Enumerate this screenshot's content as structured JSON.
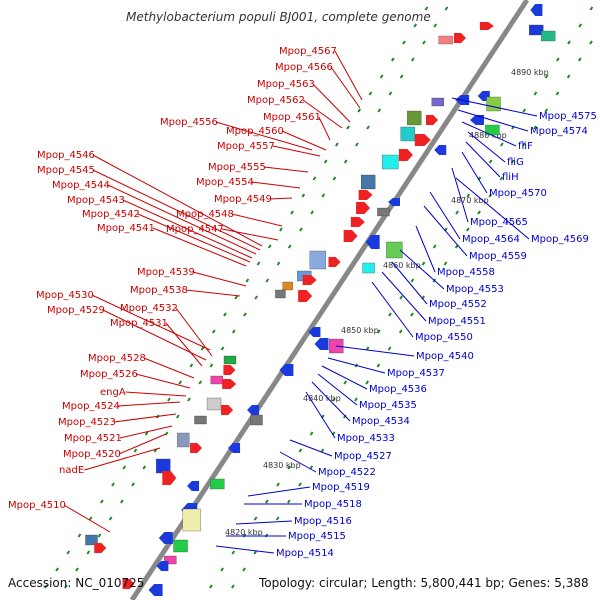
{
  "title": "Methylobacterium populi BJ001, complete genome",
  "footer": {
    "accession": "Accession: NC_010725",
    "topology": "Topology: circular; Length: 5,800,441 bp; Genes: 5,388"
  },
  "colors": {
    "left_labels": "#cc0000",
    "right_labels": "#0000cc",
    "axis": "#888888",
    "tick": "#1a8a1a"
  },
  "kbp_labels": [
    "4890 kbp",
    "4880 kbp",
    "4870 kbp",
    "4860 kbp",
    "4850 kbp",
    "4840 kbp",
    "4830 kbp",
    "4820 kbp"
  ],
  "left_labels": [
    "Mpop_4567",
    "Mpop_4566",
    "Mpop_4563",
    "Mpop_4562",
    "Mpop_4561",
    "Mpop_4556",
    "Mpop_4560",
    "Mpop_4557",
    "Mpop_4555",
    "Mpop_4554",
    "Mpop_4549",
    "Mpop_4548",
    "Mpop_4547",
    "Mpop_4546",
    "Mpop_4545",
    "Mpop_4544",
    "Mpop_4543",
    "Mpop_4542",
    "Mpop_4541",
    "Mpop_4539",
    "Mpop_4538",
    "Mpop_4530",
    "Mpop_4532",
    "Mpop_4529",
    "Mpop_4531",
    "Mpop_4528",
    "Mpop_4526",
    "engA",
    "Mpop_4524",
    "Mpop_4523",
    "Mpop_4521",
    "Mpop_4520",
    "nadE",
    "Mpop_4510"
  ],
  "right_labels": [
    "Mpop_4575",
    "Mpop_4574",
    "fliF",
    "fliG",
    "fliH",
    "Mpop_4570",
    "Mpop_4565",
    "Mpop_4569",
    "Mpop_4564",
    "Mpop_4559",
    "Mpop_4558",
    "Mpop_4553",
    "Mpop_4552",
    "Mpop_4551",
    "Mpop_4550",
    "Mpop_4540",
    "Mpop_4537",
    "Mpop_4536",
    "Mpop_4535",
    "Mpop_4534",
    "Mpop_4533",
    "Mpop_4527",
    "Mpop_4522",
    "Mpop_4519",
    "Mpop_4518",
    "Mpop_4516",
    "Mpop_4515",
    "Mpop_4514"
  ]
}
